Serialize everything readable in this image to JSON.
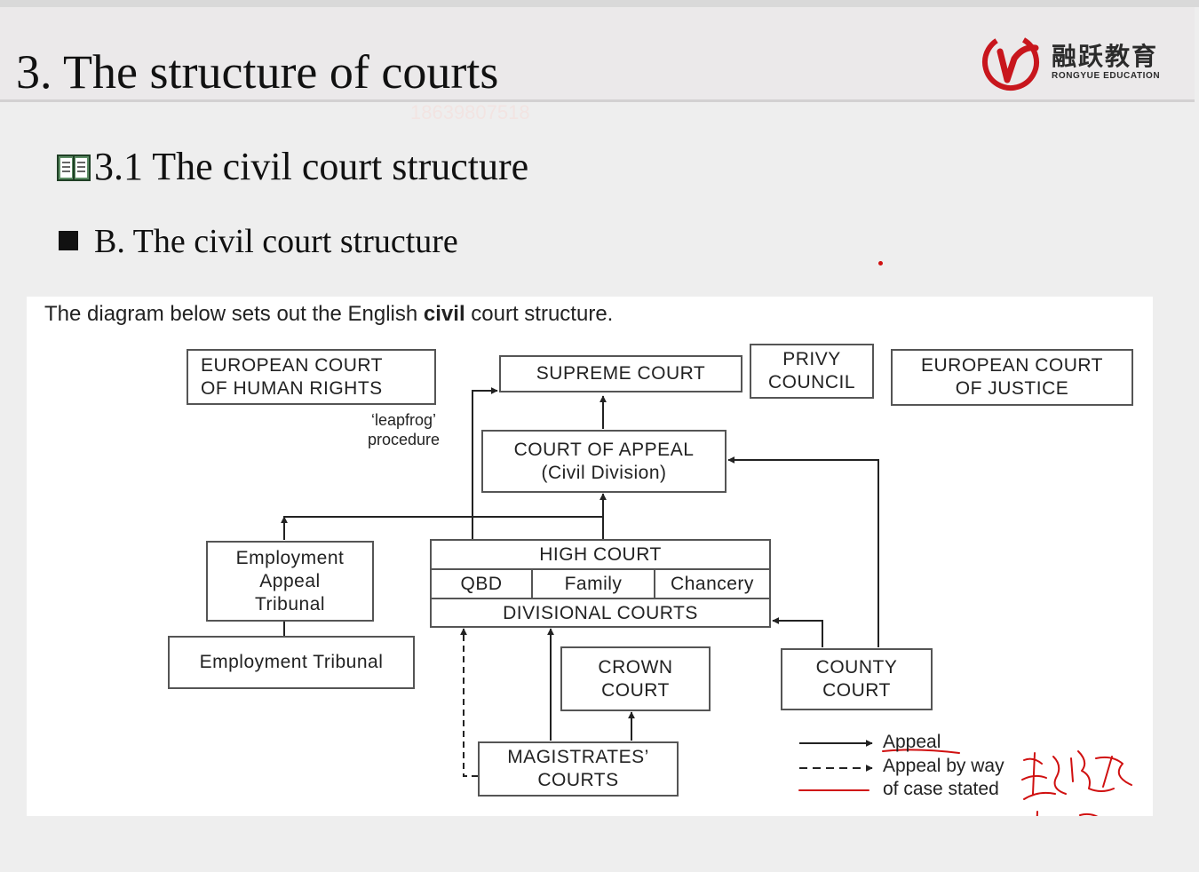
{
  "header": {
    "title": "3. The structure of courts",
    "watermark": "18639807518",
    "logo_cn": "融跃教育",
    "logo_en": "RONGYUE EDUCATION"
  },
  "section": {
    "heading": "3.1 The civil court structure",
    "subheading": "B. The civil court structure"
  },
  "diagram": {
    "intro_before": "The diagram below sets out the English ",
    "intro_bold": "civil",
    "intro_after": " court structure.",
    "boxes": {
      "echr": [
        "EUROPEAN COURT",
        "OF HUMAN RIGHTS"
      ],
      "supreme": [
        "SUPREME COURT"
      ],
      "privy": [
        "PRIVY",
        "COUNCIL"
      ],
      "ecj": [
        "EUROPEAN COURT",
        "OF JUSTICE"
      ],
      "appeal": [
        "COURT OF APPEAL",
        "(Civil Division)"
      ],
      "eat": [
        "Employment",
        "Appeal",
        "Tribunal"
      ],
      "et": [
        "Employment Tribunal"
      ],
      "crown": [
        "CROWN",
        "COURT"
      ],
      "county": [
        "COUNTY",
        "COURT"
      ],
      "magistrates": [
        "MAGISTRATES’",
        "COURTS"
      ]
    },
    "high_court": {
      "title": "HIGH COURT",
      "divisions": [
        "QBD",
        "Family",
        "Chancery"
      ],
      "divisional": "DIVISIONAL COURTS"
    },
    "leapfrog": [
      "‘leapfrog’",
      "procedure"
    ],
    "legend": {
      "appeal": "Appeal",
      "case_stated": [
        "Appeal by way",
        "of case stated"
      ]
    },
    "colors": {
      "ink": "#222222",
      "box_border": "#555555",
      "annotation": "#d01010"
    }
  }
}
